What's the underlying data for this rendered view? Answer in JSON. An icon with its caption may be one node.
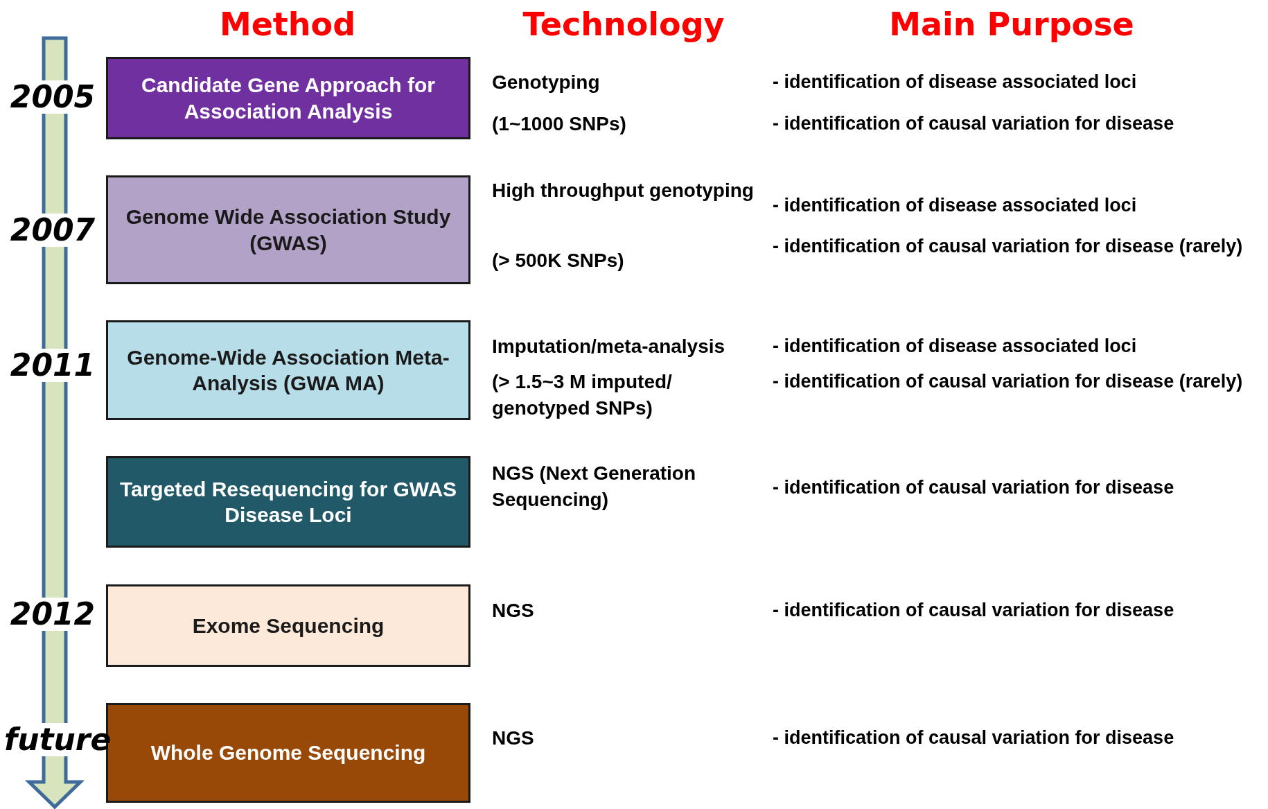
{
  "diagram": {
    "nodes": [
      {
        "text": [
          "Candidate Gene Approach for Association Analysis"
        ]
      },
      {
        "text": [
          "Genome Wide Association Study (GWAS)"
        ]
      },
      {
        "text": [
          "Genome-Wide Association Meta-Analysis (GWA MA)"
        ]
      },
      {
        "text": [
          "Targeted Resequencing for GWAS Disease Loci"
        ]
      },
      {
        "text": [
          "Exome Sequencing"
        ]
      },
      {
        "text": [
          "Whole Genome Sequencing"
        ]
      }
    ],
    "labels": [
      "Method",
      "Technology",
      "Main Purpose",
      "2005",
      "Genotyping",
      "- identification of disease associated loci",
      "(1~1000 SNPs)",
      "- identification of causal variation for disease",
      "2007",
      "High throughput genotyping",
      "- identification of disease associated loci",
      "- identification of causal variation for disease (rarely)",
      "(> 500K SNPs)",
      "2011",
      "Imputation/meta-analysis",
      "- identification of disease associated loci",
      "(> 1.5~3 M imputed/ genotyped SNPs)",
      "- identification of causal variation for disease (rarely)",
      "NGS (Next Generation Sequencing)",
      "- identification of causal variation for disease",
      "2012",
      "NGS",
      "- identification of causal variation for disease",
      "future",
      "NGS",
      "- identification of causal variation for disease"
    ]
  }
}
